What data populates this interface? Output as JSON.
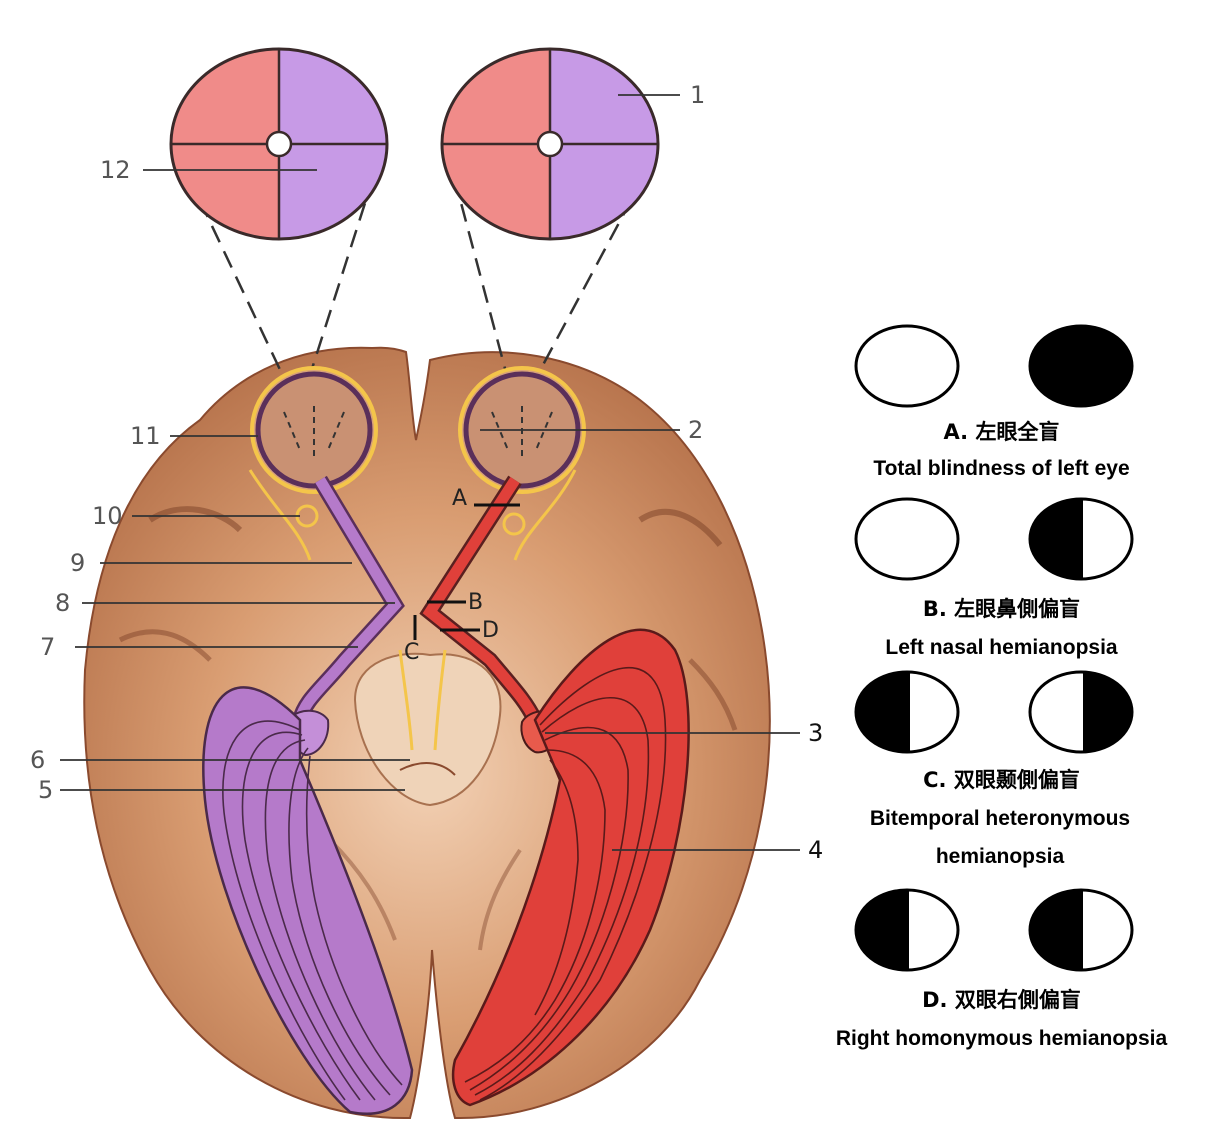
{
  "figure": {
    "labels": {
      "n1": "1",
      "n2": "2",
      "n3": "3",
      "n4": "4",
      "n5": "5",
      "n6": "6",
      "n7": "7",
      "n8": "8",
      "n9": "9",
      "n10": "10",
      "n11": "11",
      "n12": "12"
    },
    "lesion_letters": {
      "a": "A",
      "b": "B",
      "c": "C",
      "d": "D"
    }
  },
  "defects": [
    {
      "caption_cn": "A. 左眼全盲",
      "caption_en": "Total blindness of left eye",
      "left_eye": "clear",
      "right_eye": "full-black"
    },
    {
      "caption_cn": "B. 左眼鼻側偏盲",
      "caption_en": "Left nasal hemianopsia",
      "left_eye": "clear",
      "right_eye": "left-half-black"
    },
    {
      "caption_cn": "C. 双眼颞側偏盲",
      "caption_en": "Bitemporal heteronymous hemianopsia",
      "left_eye": "left-half-black",
      "right_eye": "right-half-black"
    },
    {
      "caption_cn": "D. 双眼右側偏盲",
      "caption_en": "Right homonymous hemianopsia",
      "left_eye": "left-half-black",
      "right_eye": "left-half-black"
    }
  ],
  "colors": {
    "nasal_field": "#f08b89",
    "temporal_field": "#c79ae6",
    "left_pathway": "#b57aca",
    "right_pathway": "#e0403a",
    "brain": "#c88a60"
  }
}
